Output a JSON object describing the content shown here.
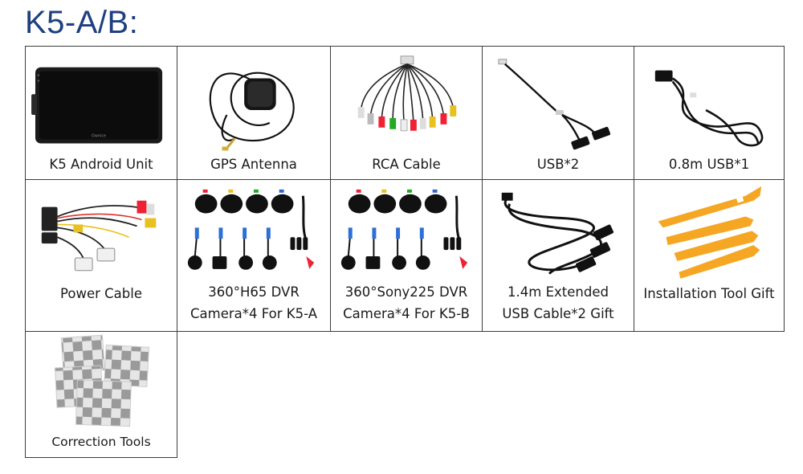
{
  "page": {
    "title": "K5-A/B:"
  },
  "items": [
    {
      "label": "K5 Android Unit",
      "icon": "android-head-unit-icon",
      "screen_brand": "Ownice"
    },
    {
      "label": "GPS Antenna",
      "icon": "gps-antenna-icon"
    },
    {
      "label": "RCA Cable",
      "icon": "rca-cable-icon"
    },
    {
      "label": "USB*2",
      "icon": "usb-cable-icon"
    },
    {
      "label": "0.8m USB*1",
      "icon": "usb-extension-cable-icon"
    },
    {
      "label": "Power Cable",
      "icon": "power-harness-icon"
    },
    {
      "label_line1": "360°H65 DVR",
      "label_line2": "Camera*4 For K5-A",
      "icon": "dvr-camera-kit-icon"
    },
    {
      "label_line1": "360°Sony225 DVR",
      "label_line2": "Camera*4 For K5-B",
      "icon": "dvr-camera-kit-icon"
    },
    {
      "label_line1": "1.4m Extended",
      "label_line2": "USB Cable*2 Gift",
      "icon": "usb-cables-pair-icon"
    },
    {
      "label": "Installation Tool Gift",
      "icon": "pry-tools-icon"
    },
    {
      "label": "Correction Tools",
      "icon": "calibration-cloths-icon"
    }
  ],
  "colors": {
    "title": "#1f3f80",
    "border": "#3c3c3c",
    "tool_orange": "#f5a623"
  }
}
